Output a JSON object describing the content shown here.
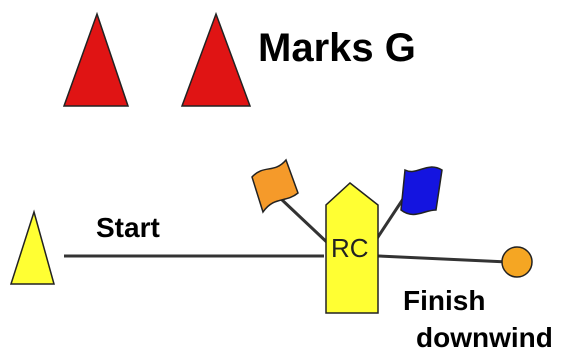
{
  "title": "Marks G",
  "start_label": "Start",
  "committee_boat_label": "RC",
  "finish_label_line1": "Finish",
  "finish_label_line2": "downwind",
  "colors": {
    "mark_red": "#e01414",
    "start_mark_yellow": "#ffff33",
    "committee_boat_yellow": "#ffff33",
    "flag_orange": "#f59a2a",
    "flag_blue": "#1414e0",
    "finish_buoy_orange": "#f5a623",
    "line": "#333333"
  },
  "icons": [
    "red-triangle-mark-icon",
    "yellow-start-mark-icon",
    "committee-boat-icon",
    "orange-flag-icon",
    "blue-flag-icon",
    "finish-buoy-icon"
  ]
}
